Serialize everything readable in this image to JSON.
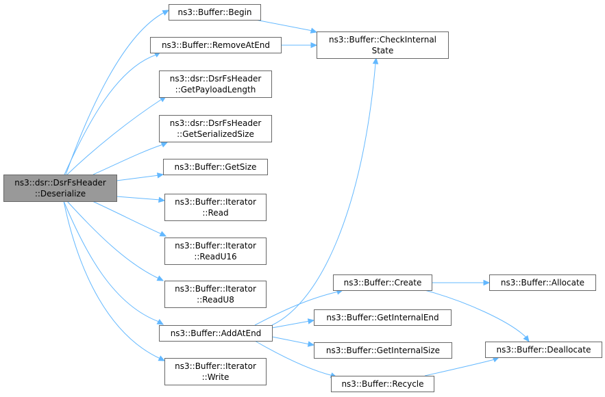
{
  "diagram": {
    "root": "deserialize",
    "nodes": [
      {
        "id": "deserialize",
        "lines": [
          "ns3::dsr::DsrFsHeader",
          "::Deserialize"
        ],
        "highlight": true
      },
      {
        "id": "begin",
        "lines": [
          "ns3::Buffer::Begin"
        ]
      },
      {
        "id": "removeatend",
        "lines": [
          "ns3::Buffer::RemoveAtEnd"
        ]
      },
      {
        "id": "getpayloadlength",
        "lines": [
          "ns3::dsr::DsrFsHeader",
          "::GetPayloadLength"
        ]
      },
      {
        "id": "getserializedsize",
        "lines": [
          "ns3::dsr::DsrFsHeader",
          "::GetSerializedSize"
        ]
      },
      {
        "id": "getsize",
        "lines": [
          "ns3::Buffer::GetSize"
        ]
      },
      {
        "id": "read",
        "lines": [
          "ns3::Buffer::Iterator",
          "::Read"
        ]
      },
      {
        "id": "readu16",
        "lines": [
          "ns3::Buffer::Iterator",
          "::ReadU16"
        ]
      },
      {
        "id": "readu8",
        "lines": [
          "ns3::Buffer::Iterator",
          "::ReadU8"
        ]
      },
      {
        "id": "addatend",
        "lines": [
          "ns3::Buffer::AddAtEnd"
        ]
      },
      {
        "id": "write",
        "lines": [
          "ns3::Buffer::Iterator",
          "::Write"
        ]
      },
      {
        "id": "checkinternalstate",
        "lines": [
          "ns3::Buffer::CheckInternal",
          "State"
        ]
      },
      {
        "id": "create",
        "lines": [
          "ns3::Buffer::Create"
        ]
      },
      {
        "id": "getinternalend",
        "lines": [
          "ns3::Buffer::GetInternalEnd"
        ]
      },
      {
        "id": "getinternalsize",
        "lines": [
          "ns3::Buffer::GetInternalSize"
        ]
      },
      {
        "id": "recycle",
        "lines": [
          "ns3::Buffer::Recycle"
        ]
      },
      {
        "id": "allocate",
        "lines": [
          "ns3::Buffer::Allocate"
        ]
      },
      {
        "id": "deallocate",
        "lines": [
          "ns3::Buffer::Deallocate"
        ]
      }
    ],
    "edges": [
      {
        "from": "deserialize",
        "to": "begin"
      },
      {
        "from": "deserialize",
        "to": "removeatend"
      },
      {
        "from": "deserialize",
        "to": "getpayloadlength"
      },
      {
        "from": "deserialize",
        "to": "getserializedsize"
      },
      {
        "from": "deserialize",
        "to": "getsize"
      },
      {
        "from": "deserialize",
        "to": "read"
      },
      {
        "from": "deserialize",
        "to": "readu16"
      },
      {
        "from": "deserialize",
        "to": "readu8"
      },
      {
        "from": "deserialize",
        "to": "addatend"
      },
      {
        "from": "deserialize",
        "to": "write"
      },
      {
        "from": "begin",
        "to": "checkinternalstate"
      },
      {
        "from": "removeatend",
        "to": "checkinternalstate"
      },
      {
        "from": "addatend",
        "to": "checkinternalstate"
      },
      {
        "from": "addatend",
        "to": "create"
      },
      {
        "from": "addatend",
        "to": "getinternalend"
      },
      {
        "from": "addatend",
        "to": "getinternalsize"
      },
      {
        "from": "addatend",
        "to": "recycle"
      },
      {
        "from": "create",
        "to": "allocate"
      },
      {
        "from": "create",
        "to": "deallocate"
      },
      {
        "from": "recycle",
        "to": "deallocate"
      }
    ]
  }
}
